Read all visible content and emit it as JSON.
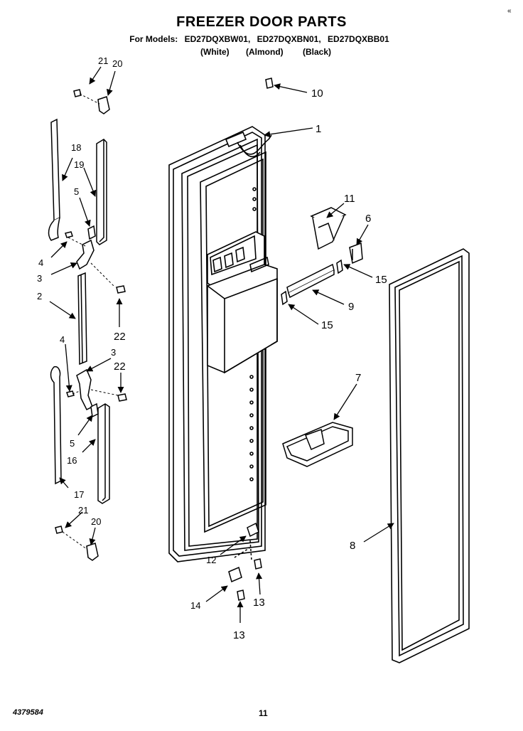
{
  "header": {
    "title": "FREEZER DOOR PARTS",
    "models_label": "For Models:",
    "models": [
      "ED27DQXBW01,",
      "ED27DQXBN01,",
      "ED27DQXBB01"
    ],
    "colors": [
      "(White)",
      "(Almond)",
      "(Black)"
    ]
  },
  "footer": {
    "code": "4379584",
    "page": "11"
  },
  "corner_mark": "«",
  "callouts": [
    "1",
    "2",
    "3",
    "3",
    "4",
    "4",
    "5",
    "5",
    "6",
    "7",
    "8",
    "9",
    "10",
    "11",
    "12",
    "13",
    "13",
    "14",
    "15",
    "15",
    "16",
    "17",
    "18",
    "19",
    "20",
    "20",
    "21",
    "21",
    "22",
    "22"
  ]
}
